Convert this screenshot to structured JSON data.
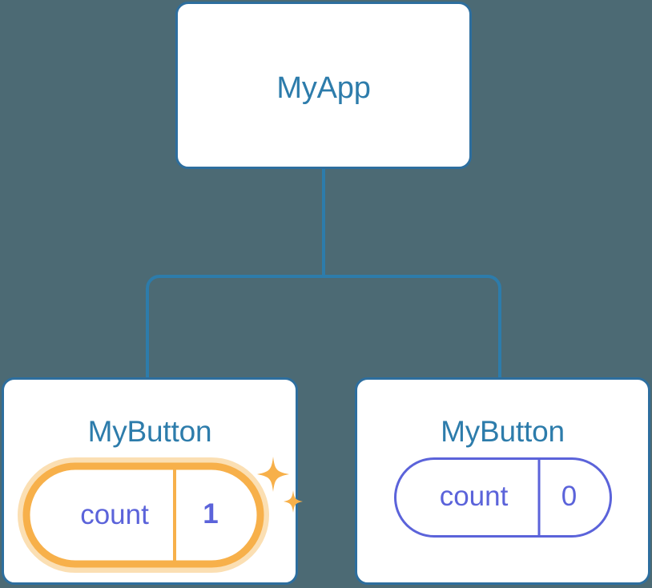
{
  "diagram": {
    "type": "component-tree",
    "background_color": "#4c6a74",
    "nodes": [
      {
        "id": "root",
        "label": "MyApp",
        "role": "parent-component"
      },
      {
        "id": "child-left",
        "label": "MyButton",
        "role": "child-component",
        "highlighted": true,
        "state": {
          "key": "count",
          "value": "1"
        }
      },
      {
        "id": "child-right",
        "label": "MyButton",
        "role": "child-component",
        "highlighted": false,
        "state": {
          "key": "count",
          "value": "0"
        }
      }
    ],
    "edges": [
      {
        "from": "root",
        "to": "child-left"
      },
      {
        "from": "root",
        "to": "child-right"
      }
    ],
    "decorations": {
      "sparkle_large": "sparkle-icon",
      "sparkle_small": "sparkle-icon"
    },
    "colors": {
      "background": "#4c6a74",
      "card_border": "#2d6e9e",
      "card_fill": "#ffffff",
      "title_text": "#2d7cab",
      "connector": "#2d7cab",
      "state_text": "#5b63da",
      "state_border": "#5b63da",
      "highlight_stroke": "#f7b04a",
      "highlight_glow": "#fbdfb3",
      "sparkle": "#f7b04a"
    }
  }
}
